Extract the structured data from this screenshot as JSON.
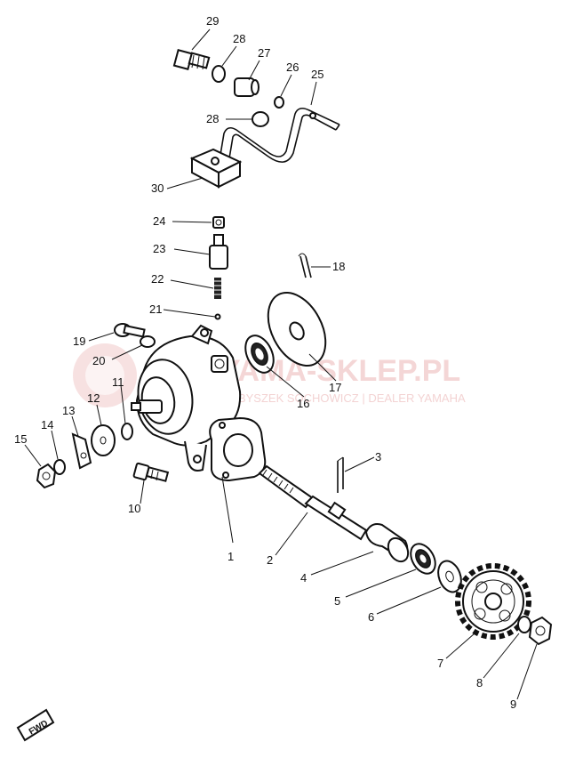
{
  "watermark": {
    "brand": "YAMA-SKLEP.PL",
    "subtitle": "ZBYSZEK SOCHOWICZ | DEALER YAMAHA"
  },
  "badge": {
    "text": "FWD"
  },
  "callouts": [
    "1",
    "2",
    "3",
    "4",
    "5",
    "6",
    "7",
    "8",
    "9",
    "10",
    "11",
    "12",
    "13",
    "14",
    "15",
    "16",
    "17",
    "18",
    "19",
    "20",
    "21",
    "22",
    "23",
    "24",
    "25",
    "26",
    "27",
    "28",
    "28",
    "29",
    "30"
  ]
}
